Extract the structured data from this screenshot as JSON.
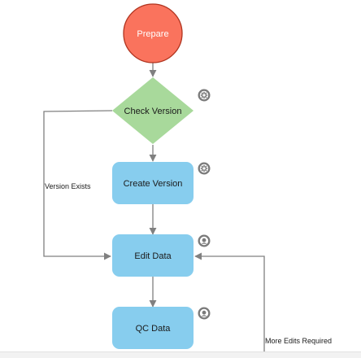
{
  "nodes": {
    "prepare": {
      "label": "Prepare",
      "shape": "circle",
      "fill": "#fa735d",
      "stroke": "#b0341f"
    },
    "check_version": {
      "label": "Check Version",
      "shape": "diamond",
      "fill": "#a8d99b"
    },
    "create_version": {
      "label": "Create Version",
      "shape": "rounded-rect",
      "fill": "#87cdee"
    },
    "edit_data": {
      "label": "Edit Data",
      "shape": "rounded-rect",
      "fill": "#87cdee"
    },
    "qc_data": {
      "label": "QC Data",
      "shape": "rounded-rect",
      "fill": "#87cdee"
    }
  },
  "edges": {
    "version_exists": {
      "label": "Version Exists"
    },
    "more_edits_required": {
      "label": "More Edits Required"
    }
  },
  "icons": {
    "check_version": "gear-icon",
    "create_version": "gear-icon",
    "edit_data": "user-icon",
    "qc_data": "user-icon"
  },
  "colors": {
    "connector": "#808080",
    "icon": "#7a7a7a"
  }
}
